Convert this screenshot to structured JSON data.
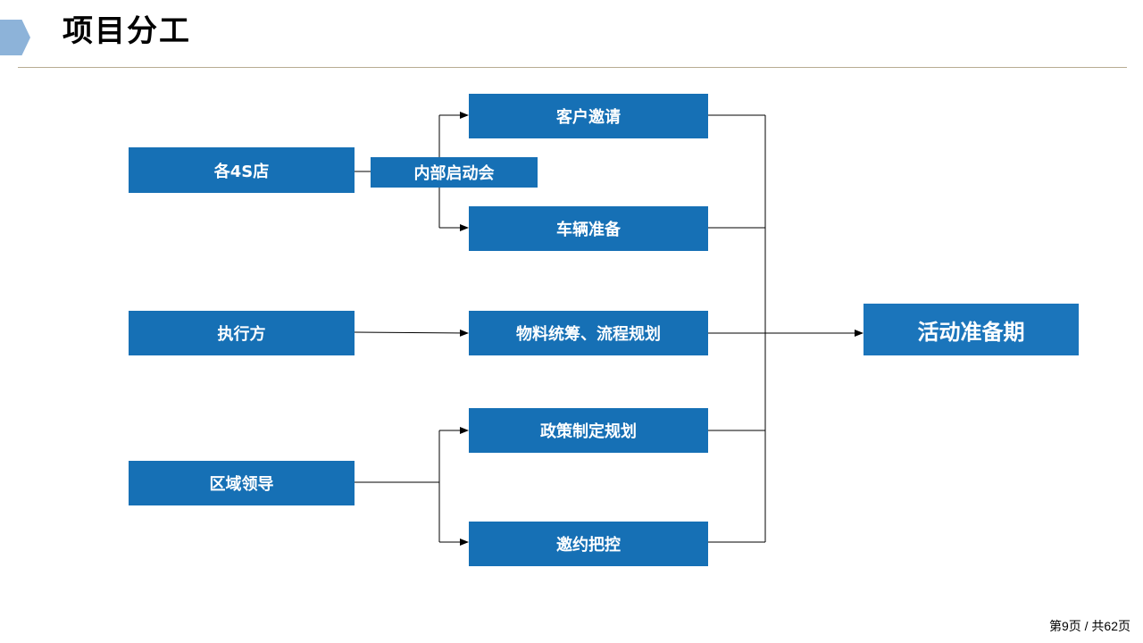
{
  "slide": {
    "title": "项目分工",
    "page_number": "第9页 / 共62页"
  },
  "colors": {
    "box_fill": "#1670b5",
    "accent_tab": "#8db3d9",
    "connector": "#000000",
    "header_rule": "#b8ad93"
  },
  "diagram": {
    "sources": {
      "dealers": "各4S店",
      "executor": "执行方",
      "regional_leader": "区域领导"
    },
    "intermediate": {
      "kickoff": "内部启动会"
    },
    "tasks": {
      "customer_invitation": "客户邀请",
      "vehicle_preparation": "车辆准备",
      "materials_planning": "物料统筹、流程规划",
      "policy_planning": "政策制定规划",
      "invitation_control": "邀约把控"
    },
    "outcome": {
      "preparation_phase": "活动准备期"
    }
  }
}
